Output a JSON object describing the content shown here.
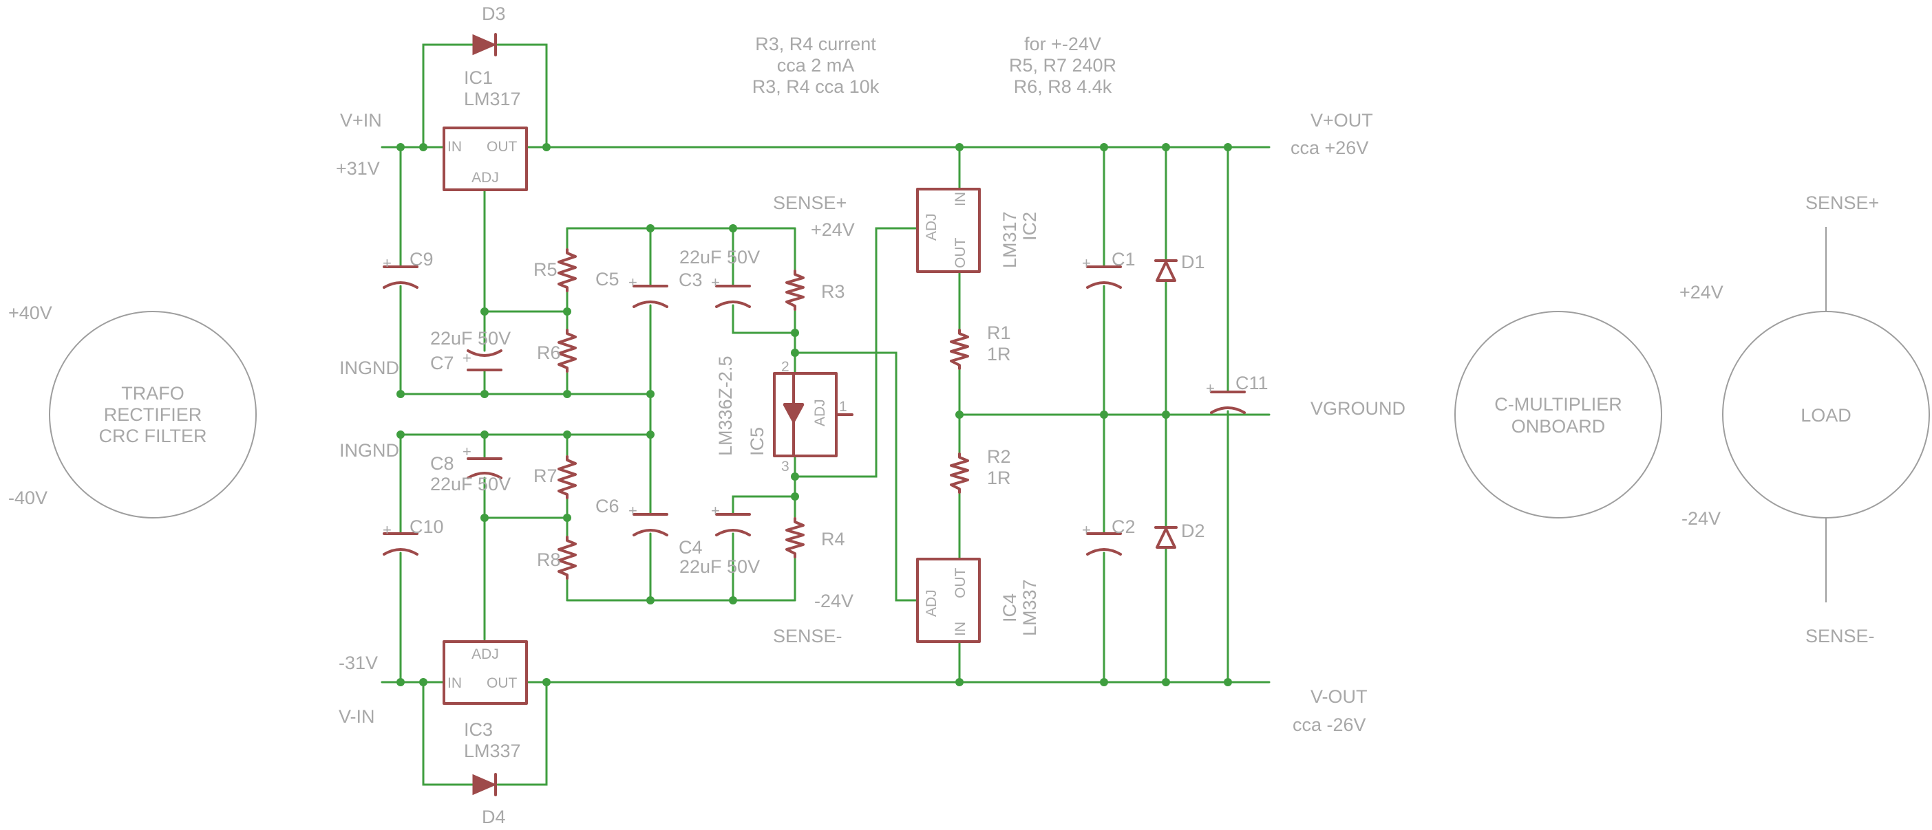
{
  "blocks": {
    "trafo": [
      "TRAFO",
      "RECTIFIER",
      "CRC FILTER"
    ],
    "cmult": [
      "C-MULTIPLIER",
      "ONBOARD"
    ],
    "load": "LOAD"
  },
  "nets": {
    "p40": "+40V",
    "m40": "-40V",
    "vin_p": "V+IN",
    "p31": "+31V",
    "ingnd1": "INGND",
    "ingnd2": "INGND",
    "m31": "-31V",
    "vin_m": "V-IN",
    "sense_p": "SENSE+",
    "p24": "+24V",
    "m24": "-24V",
    "sense_m": "SENSE-",
    "vout_p": "V+OUT",
    "cca_p": "cca +26V",
    "vground": "VGROUND",
    "vout_m": "V-OUT",
    "cca_m": "cca -26V",
    "load_sense_p": "SENSE+",
    "load_p24": "+24V",
    "load_m24": "-24V",
    "load_sense_m": "SENSE-"
  },
  "notes": {
    "left": [
      "R3, R4 current",
      "cca 2 mA",
      "R3, R4 cca 10k"
    ],
    "right": [
      "for +-24V",
      "R5, R7  240R",
      "R6, R8  4.4k"
    ]
  },
  "parts": {
    "d3": "D3",
    "d4": "D4",
    "d1": "D1",
    "d2": "D2",
    "ic1": "IC1",
    "ic1_val": "LM317",
    "ic3": "IC3",
    "ic3_val": "LM337",
    "ic2": "IC2",
    "ic2_val": "LM317",
    "ic4": "IC4",
    "ic4_val": "LM337",
    "ic5": "IC5",
    "ic5_val": "LM336Z-2.5",
    "c9": "C9",
    "c10": "C10",
    "c7": "C7",
    "c8": "C8",
    "c7_val": "22uF 50V",
    "c8_val": "22uF 50V",
    "c5": "C5",
    "c6": "C6",
    "c3": "C3",
    "c4": "C4",
    "c3_val": "22uF 50V",
    "c4_val": "22uF 50V",
    "c1": "C1",
    "c2": "C2",
    "c11": "C11",
    "r5": "R5",
    "r6": "R6",
    "r7": "R7",
    "r8": "R8",
    "r3": "R3",
    "r4": "R4",
    "r1": "R1",
    "r1_val": "1R",
    "r2": "R2",
    "r2_val": "1R"
  },
  "pins": {
    "in": "IN",
    "out": "OUT",
    "adj": "ADJ",
    "ic5_adj": "ADJ",
    "ic5_p1": "1",
    "ic5_p2": "2",
    "ic5_p3": "3"
  }
}
